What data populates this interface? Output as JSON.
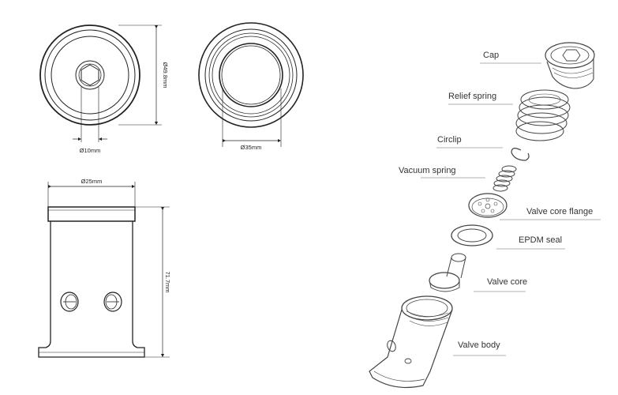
{
  "drawing": {
    "dimensions": {
      "top_view_diameter": "Ø49.8mm",
      "hex_socket": "Ø10mm",
      "bottom_view_diameter": "Ø35mm",
      "side_width": "Ø25mm",
      "side_height": "71.7mm"
    }
  },
  "exploded": {
    "labels": {
      "cap": "Cap",
      "relief_spring": "Relief spring",
      "circlip": "Circlip",
      "vacuum_spring": "Vacuum spring",
      "valve_core_flange": "Valve core flange",
      "epdm_seal": "EPDM seal",
      "valve_core": "Valve core",
      "valve_body": "Valve body"
    }
  }
}
